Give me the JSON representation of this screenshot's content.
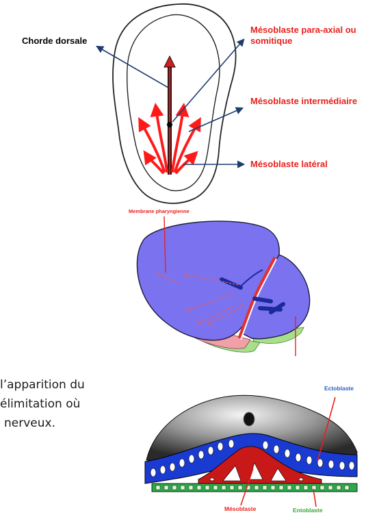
{
  "figure1": {
    "chorde_dorsale": "Chorde dorsale",
    "para_axial_line1": "Mésoblaste para-axial ou",
    "para_axial_line2": "somitique",
    "intermediaire": "Mésoblaste intermédiaire",
    "lateral": "Mésoblaste latéral",
    "colors": {
      "arrow_red": "#ff1a1a",
      "pointer_blue": "#1f3c6e",
      "label_red": "#e8211c"
    }
  },
  "figure2": {
    "membrane_label": "Membrane pharyngienne",
    "colors": {
      "disc_blue": "#7b72f0",
      "notch_red": "#e03030",
      "base_green": "#a8e08a",
      "edge_pink": "#f2a0a8"
    }
  },
  "figure3": {
    "ectoblaste": "Ectoblaste",
    "mesoblaste": "Mésoblaste",
    "entoblaste": "Entoblaste",
    "colors": {
      "ecto_blue": "#1a3bd1",
      "meso_red": "#c81818",
      "endo_green": "#2ea84a"
    }
  },
  "body_text": {
    "line1": "l’apparition du",
    "line2": "élimitation où",
    "line3": "nerveux."
  }
}
